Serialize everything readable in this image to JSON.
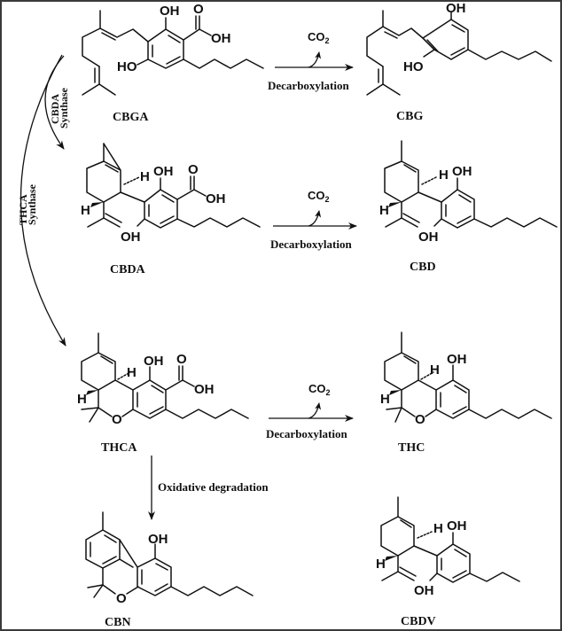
{
  "figure": {
    "compounds": {
      "cbga": {
        "name": "CBGA",
        "groups": [
          "OH",
          "O",
          "OH",
          "HO"
        ]
      },
      "cbg": {
        "name": "CBG",
        "groups": [
          "OH",
          "HO"
        ]
      },
      "cbda": {
        "name": "CBDA",
        "groups": [
          "H",
          "OH",
          "O",
          "OH",
          "H",
          "OH"
        ]
      },
      "cbd": {
        "name": "CBD",
        "groups": [
          "H",
          "OH",
          "H",
          "OH"
        ]
      },
      "thca": {
        "name": "THCA",
        "groups": [
          "OH",
          "O",
          "OH",
          "H",
          "H",
          "O"
        ]
      },
      "thc": {
        "name": "THC",
        "groups": [
          "OH",
          "H",
          "H",
          "O"
        ]
      },
      "cbn": {
        "name": "CBN",
        "groups": [
          "OH",
          "O"
        ]
      },
      "cbdv": {
        "name": "CBDV",
        "groups": [
          "H",
          "OH",
          "H",
          "OH"
        ]
      }
    },
    "reactions": {
      "decarb_label": "Decarboxylation",
      "co2_main": "CO",
      "co2_sub": "2",
      "oxidative": "Oxidative degradation",
      "cbda_synthase": [
        "CBDA",
        "Synthase"
      ],
      "thca_synthase": [
        "THCA",
        "Synthase"
      ]
    }
  }
}
